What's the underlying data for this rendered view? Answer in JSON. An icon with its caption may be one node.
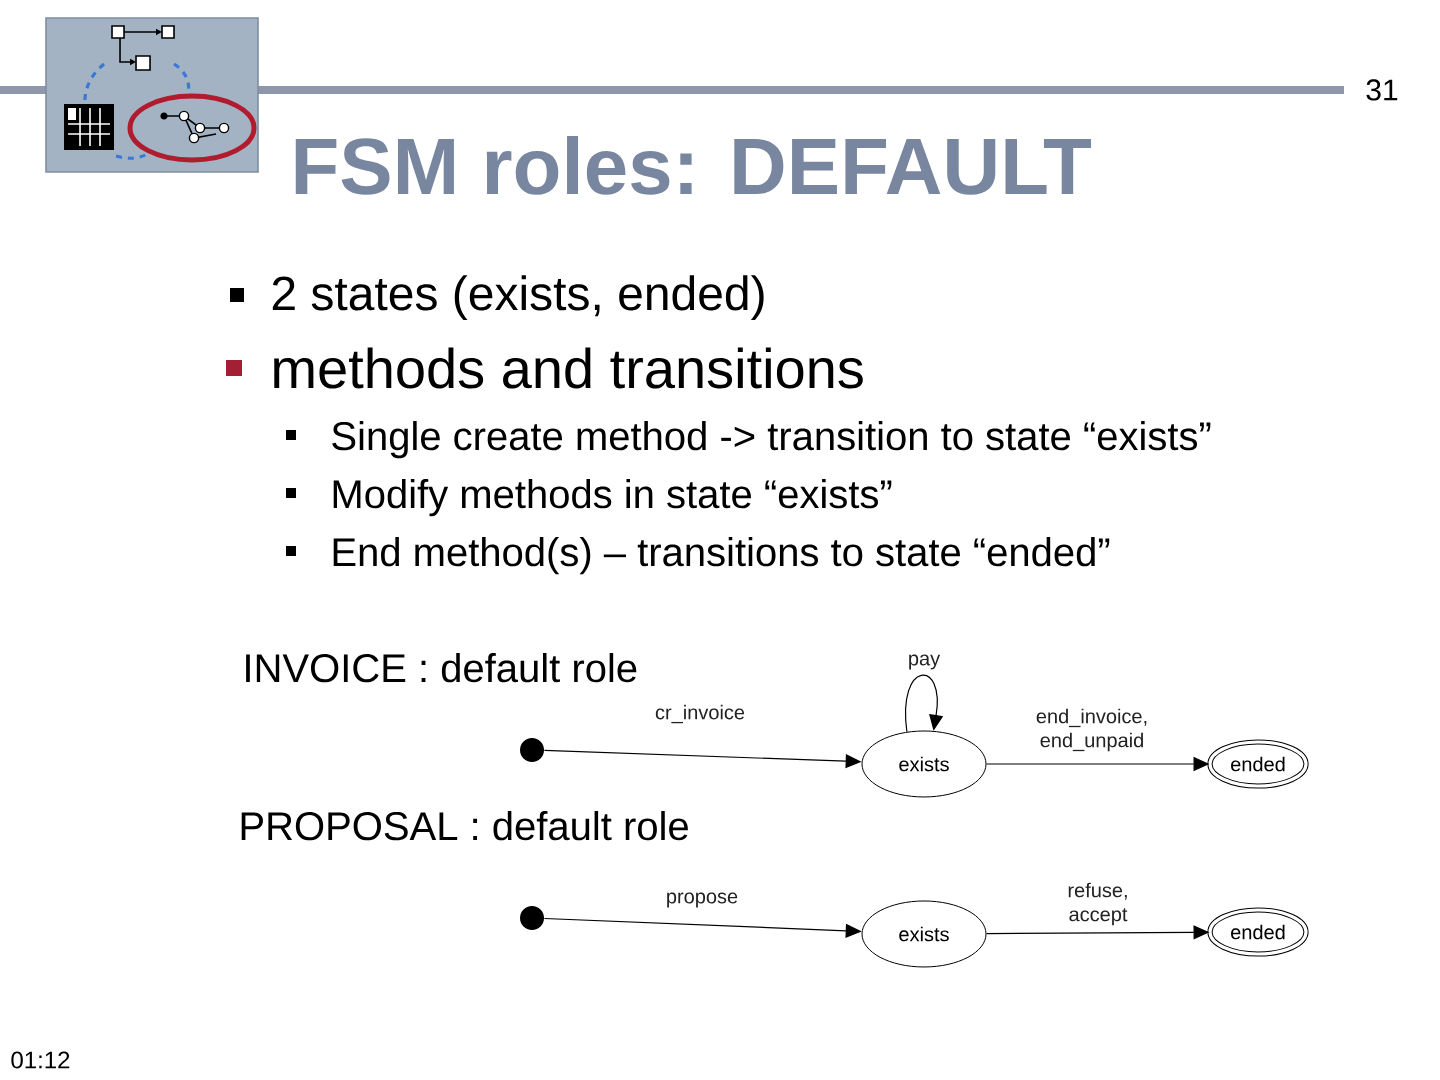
{
  "diagram": {
    "title": "FSM roles: DEFAULT",
    "nodes": [
      {
        "text": [],
        "shape": "circle"
      },
      {
        "text": [
          "exists"
        ]
      },
      {
        "text": [
          "ended"
        ]
      },
      {
        "text": [],
        "shape": "circle"
      },
      {
        "text": [
          "exists"
        ]
      },
      {
        "text": [
          "ended"
        ]
      }
    ],
    "edges": [
      {
        "from": 0,
        "to": 1,
        "arrow": "to",
        "label": "cr_invoice"
      },
      {
        "from": 1,
        "to": 1,
        "arrow": "to",
        "label": "pay"
      },
      {
        "from": 1,
        "to": 2,
        "arrow": "to",
        "label": "end_invoice, end_unpaid"
      },
      {
        "from": 3,
        "to": 4,
        "arrow": "to",
        "label": "propose"
      },
      {
        "from": 4,
        "to": 5,
        "arrow": "to",
        "label": "refuse, accept"
      }
    ],
    "labels": [
      "31",
      "2 states (exists, ended)",
      "methods and transitions",
      "Single create method -> transition to state “exists”",
      "Modify methods in state “exists”",
      "End method(s) – transitions to state “ended”",
      "INVOICE : default role",
      "PROPOSAL : default role",
      "01:12"
    ]
  }
}
